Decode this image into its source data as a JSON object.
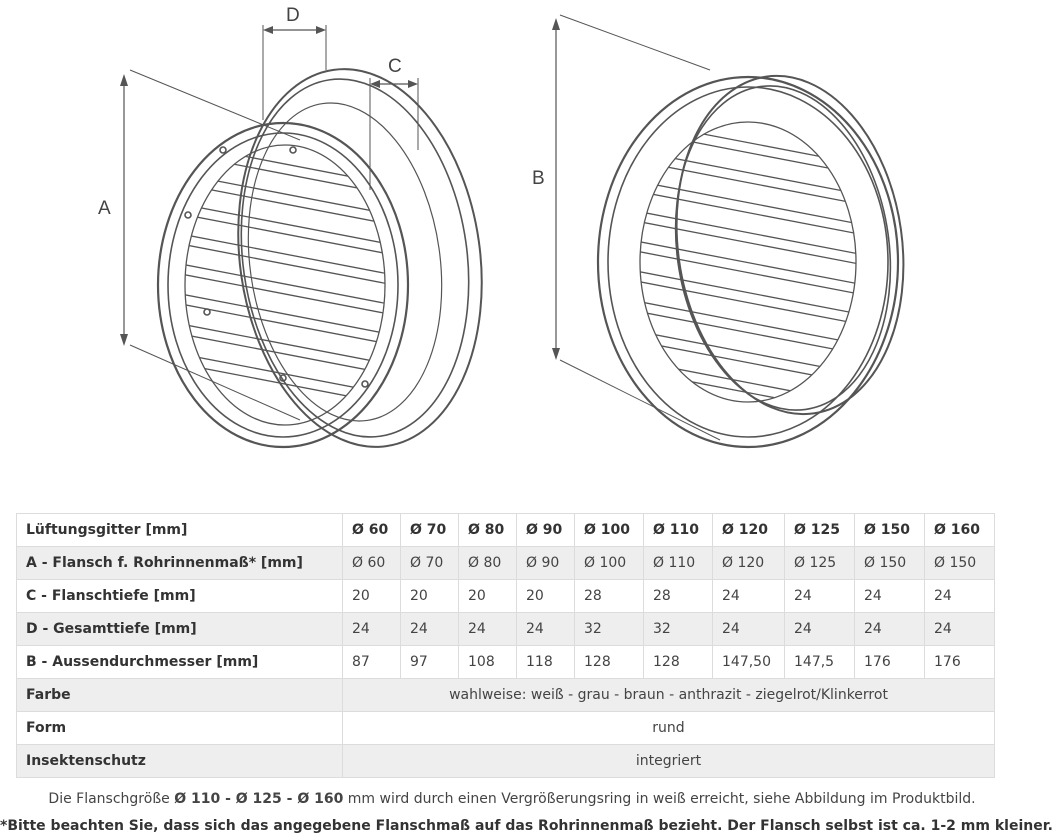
{
  "drawing": {
    "dimension_labels": {
      "a": "A",
      "b": "B",
      "c": "C",
      "d": "D"
    }
  },
  "table": {
    "header": [
      "Lüftungsgitter [mm]",
      "Ø 60",
      "Ø 70",
      "Ø 80",
      "Ø 90",
      "Ø 100",
      "Ø 110",
      "Ø 120",
      "Ø 125",
      "Ø 150",
      "Ø 160"
    ],
    "rows": [
      {
        "label": "A - Flansch f. Rohrinnenmaß* [mm]",
        "values": [
          "Ø 60",
          "Ø 70",
          "Ø 80",
          "Ø 90",
          "Ø 100",
          "Ø 110",
          "Ø 120",
          "Ø 125",
          "Ø 150",
          "Ø 150"
        ]
      },
      {
        "label": "C - Flanschtiefe [mm]",
        "values": [
          "20",
          "20",
          "20",
          "20",
          "28",
          "28",
          "24",
          "24",
          "24",
          "24"
        ]
      },
      {
        "label": "D - Gesamttiefe [mm]",
        "values": [
          "24",
          "24",
          "24",
          "24",
          "32",
          "32",
          "24",
          "24",
          "24",
          "24"
        ]
      },
      {
        "label": "B - Aussendurchmesser [mm]",
        "values": [
          "87",
          "97",
          "108",
          "118",
          "128",
          "128",
          "147,50",
          "147,5",
          "176",
          "176"
        ]
      }
    ],
    "merged_rows": [
      {
        "label": "Farbe",
        "value": "wahlweise: weiß - grau - braun - anthrazit - ziegelrot/Klinkerrot"
      },
      {
        "label": "Form",
        "value": "rund"
      },
      {
        "label": "Insektenschutz",
        "value": "integriert"
      }
    ]
  },
  "notes": {
    "line1_prefix": "Die Flanschgröße",
    "line1_sizes": "Ø 110 - Ø 125 - Ø 160",
    "line1_suffix": "mm wird durch einen Vergrößerungsring in weiß erreicht, siehe Abbildung im Produktbild.",
    "line2": "*Bitte beachten Sie, dass sich das angegebene Flanschmaß auf das Rohrinnenmaß bezieht. Der Flansch selbst ist ca. 1-2 mm kleiner."
  }
}
